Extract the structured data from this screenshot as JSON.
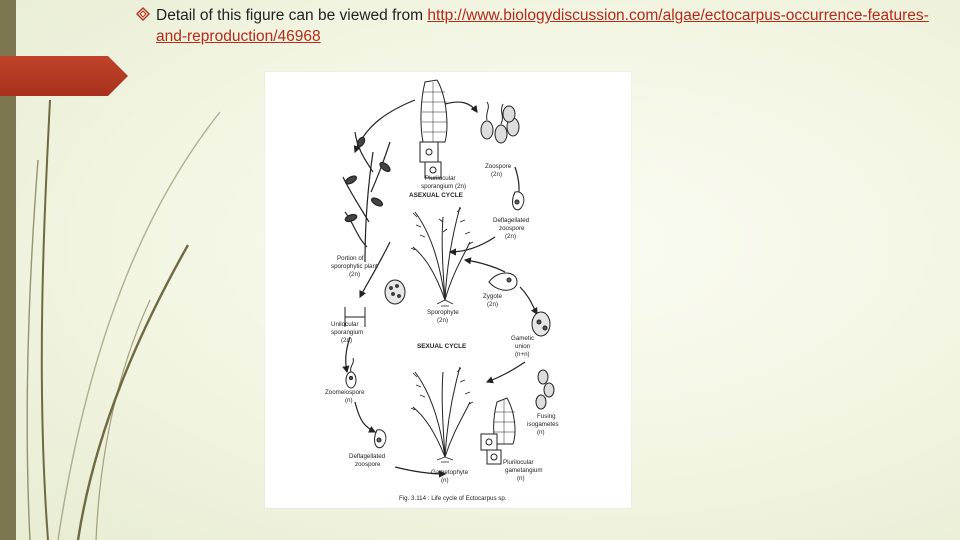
{
  "bullet": {
    "text": "Detail of this figure can be viewed from ",
    "link_text": "http://www.biologydiscussion.com/algae/ectocarpus-occurrence-features-and-reproduction/46968",
    "icon": "diamond-outline-icon"
  },
  "colors": {
    "accent": "#b03520",
    "left_bar": "#7b7550",
    "link": "#b52a18"
  },
  "figure": {
    "labels": {
      "plurilocular_sporangium": [
        "Plurilocular",
        "sporangium (2n)"
      ],
      "asexual_cycle": "ASEXUAL CYCLE",
      "zoospore": [
        "Zoospore",
        "(2n)"
      ],
      "deflagellated_zoospore_top": [
        "Deflagellated",
        "zoospore",
        "(2n)"
      ],
      "portion_of_sporophytic_plant": [
        "Portion of",
        "sporophytic plant",
        "(2n)"
      ],
      "zygote": [
        "Zygote",
        "(2n)"
      ],
      "sporophyte": [
        "Sporophyte",
        "(2n)"
      ],
      "unilocular_sporangium": [
        "Unilocular",
        "sporangium",
        "(2n)"
      ],
      "sexual_cycle": "SEXUAL CYCLE",
      "gametic_union": [
        "Gametic",
        "union",
        "(n+n)"
      ],
      "zoomeiospore": [
        "Zoomeiospore",
        "(n)"
      ],
      "fusing_isogametes": [
        "Fusing",
        "isogametes",
        "(n)"
      ],
      "deflagellated_zoospore_bottom": [
        "Deflagellated",
        "zoospore"
      ],
      "plurilocular_gametangium": [
        "Plurilocular",
        "gametangium",
        "(n)"
      ],
      "gametophyte": [
        "Gametophyte",
        "(n)"
      ],
      "caption": "Fig. 3.114 : Life cycle of Ectocarpus sp."
    }
  }
}
